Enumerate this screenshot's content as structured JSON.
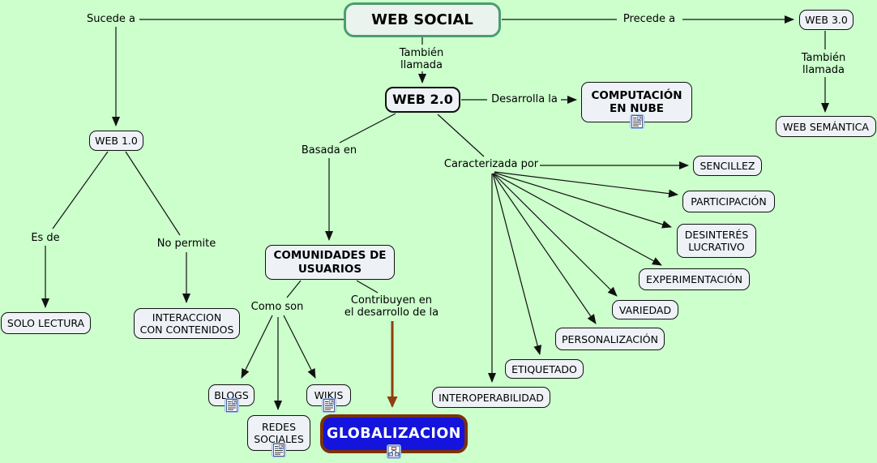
{
  "colors": {
    "background": "#ccffcc",
    "node_fill": "#eef2f7",
    "node_border": "#111111",
    "root_fill": "#ebf3ee",
    "root_border": "#4d9c70",
    "globalizacion_fill": "#1414dd",
    "globalizacion_border": "#7a3209",
    "globalizacion_text": "#ffffff",
    "connector": "#111111",
    "emphasis_connector": "#8f3e0e"
  },
  "nodes": {
    "web_social": {
      "label": "WEB SOCIAL"
    },
    "web_10": {
      "label": "WEB 1.0"
    },
    "web_20": {
      "label": "WEB 2.0"
    },
    "web_30": {
      "label": "WEB 3.0"
    },
    "web_semantica": {
      "label": "WEB SEMÁNTICA"
    },
    "computacion_en_nube": {
      "label": "COMPUTACIÓN\nEN NUBE",
      "icon": "resource-document-icon"
    },
    "solo_lectura": {
      "label": "SOLO LECTURA"
    },
    "interaccion_con_contenidos": {
      "label": "INTERACCION\nCON CONTENIDOS"
    },
    "comunidades_de_usuarios": {
      "label": "COMUNIDADES DE\nUSUARIOS"
    },
    "blogs": {
      "label": "BLOGS",
      "icon": "resource-document-icon"
    },
    "redes_sociales": {
      "label": "REDES\nSOCIALES",
      "icon": "resource-document-icon"
    },
    "wikis": {
      "label": "WIKIS",
      "icon": "resource-document-icon"
    },
    "globalizacion": {
      "label": "GLOBALIZACION",
      "icon": "concept-map-icon"
    },
    "sencillez": {
      "label": "SENCILLEZ"
    },
    "participacion": {
      "label": "PARTICIPACIÓN"
    },
    "desinteres_lucrativo": {
      "label": "DESINTERÉS\nLUCRATIVO"
    },
    "experimentacion": {
      "label": "EXPERIMENTACIÓN"
    },
    "variedad": {
      "label": "VARIEDAD"
    },
    "personalizacion": {
      "label": "PERSONALIZACIÓN"
    },
    "etiquetado": {
      "label": "ETIQUETADO"
    },
    "interoperabilidad": {
      "label": "INTEROPERABILIDAD"
    }
  },
  "links": {
    "sucede_a": "Sucede a",
    "precede_a": "Precede a",
    "tambien_llamada_web20": "También\nllamada",
    "tambien_llamada_web30": "También\nllamada",
    "desarrolla_la": "Desarrolla la",
    "basada_en": "Basada en",
    "caracterizada_por": "Caracterizada por",
    "es_de": "Es de",
    "no_permite": "No permite",
    "como_son": "Como son",
    "contribuyen": "Contribuyen en\nel desarrollo de la"
  }
}
